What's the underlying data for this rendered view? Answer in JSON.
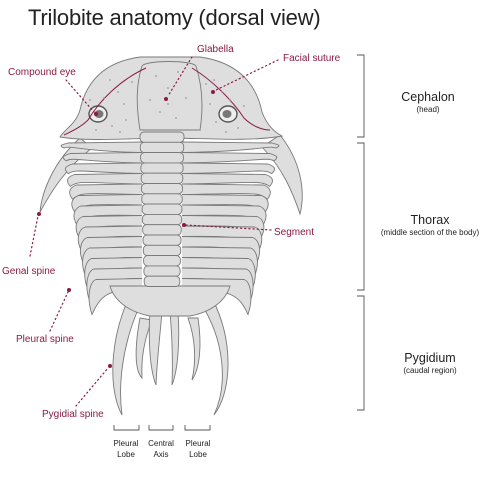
{
  "title": "Trilobite anatomy (dorsal view)",
  "labels": {
    "compound_eye": "Compound eye",
    "glabella": "Glabella",
    "facial_suture": "Facial suture",
    "segment": "Segment",
    "genal_spine": "Genal spine",
    "pleural_spine": "Pleural spine",
    "pygidial_spine": "Pygidial spine"
  },
  "sections": {
    "cephalon": {
      "name": "Cephalon",
      "sub": "(head)"
    },
    "thorax": {
      "name": "Thorax",
      "sub": "(middle section of the body)"
    },
    "pygidium": {
      "name": "Pygidium",
      "sub": "(caudal region)"
    }
  },
  "axis_labels": {
    "left": [
      "Pleural",
      "Lobe"
    ],
    "center": [
      "Central",
      "Axis"
    ],
    "right": [
      "Pleural",
      "Lobe"
    ]
  },
  "colors": {
    "annotation": "#8a1b45",
    "body_fill": "#dedede",
    "outline": "#7a7a7a"
  }
}
